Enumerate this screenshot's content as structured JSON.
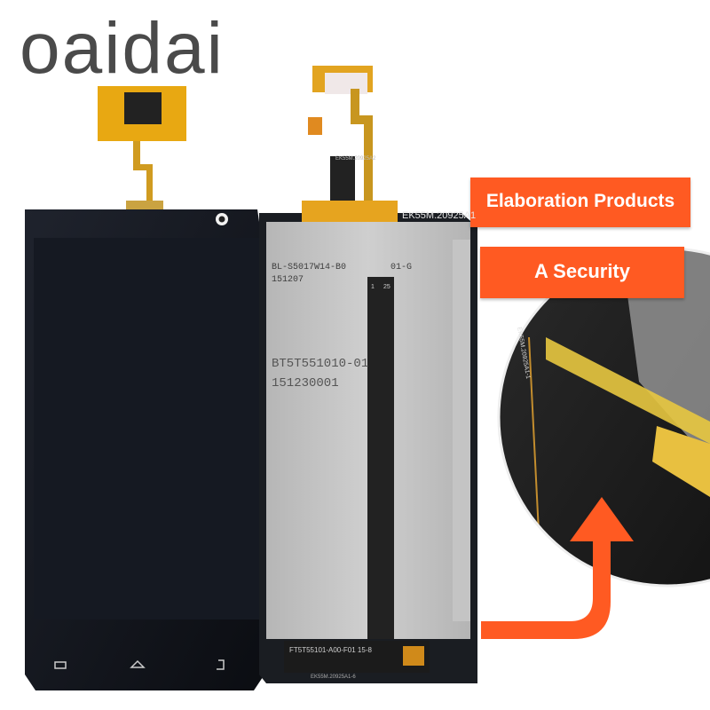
{
  "brand": {
    "logo_text": "oaidai"
  },
  "badges": {
    "primary": "Elaboration Products",
    "secondary": "A Security"
  },
  "panel_markings": {
    "fpc_label": "EK55M.20925A1",
    "flex_small_label": "EK55M.20925A2",
    "backlight_code": "BL-S5017W14-B0",
    "backlight_suffix": "01-G",
    "backlight_date": "151207",
    "lcd_code": "BT5T551010-01",
    "lcd_date": "151230001",
    "bottom_fpc_code": "FT5T55101-A00-F01 15-8",
    "bottom_fpc_label": "EK55M.20925A1-6",
    "zoom_label": "EK55M.20925A1-1",
    "flex_pin_1": "1",
    "flex_pin_25": "25"
  },
  "colors": {
    "accent": "#ff5a22",
    "logo": "#4a4a4a",
    "panel": "#10131a"
  }
}
